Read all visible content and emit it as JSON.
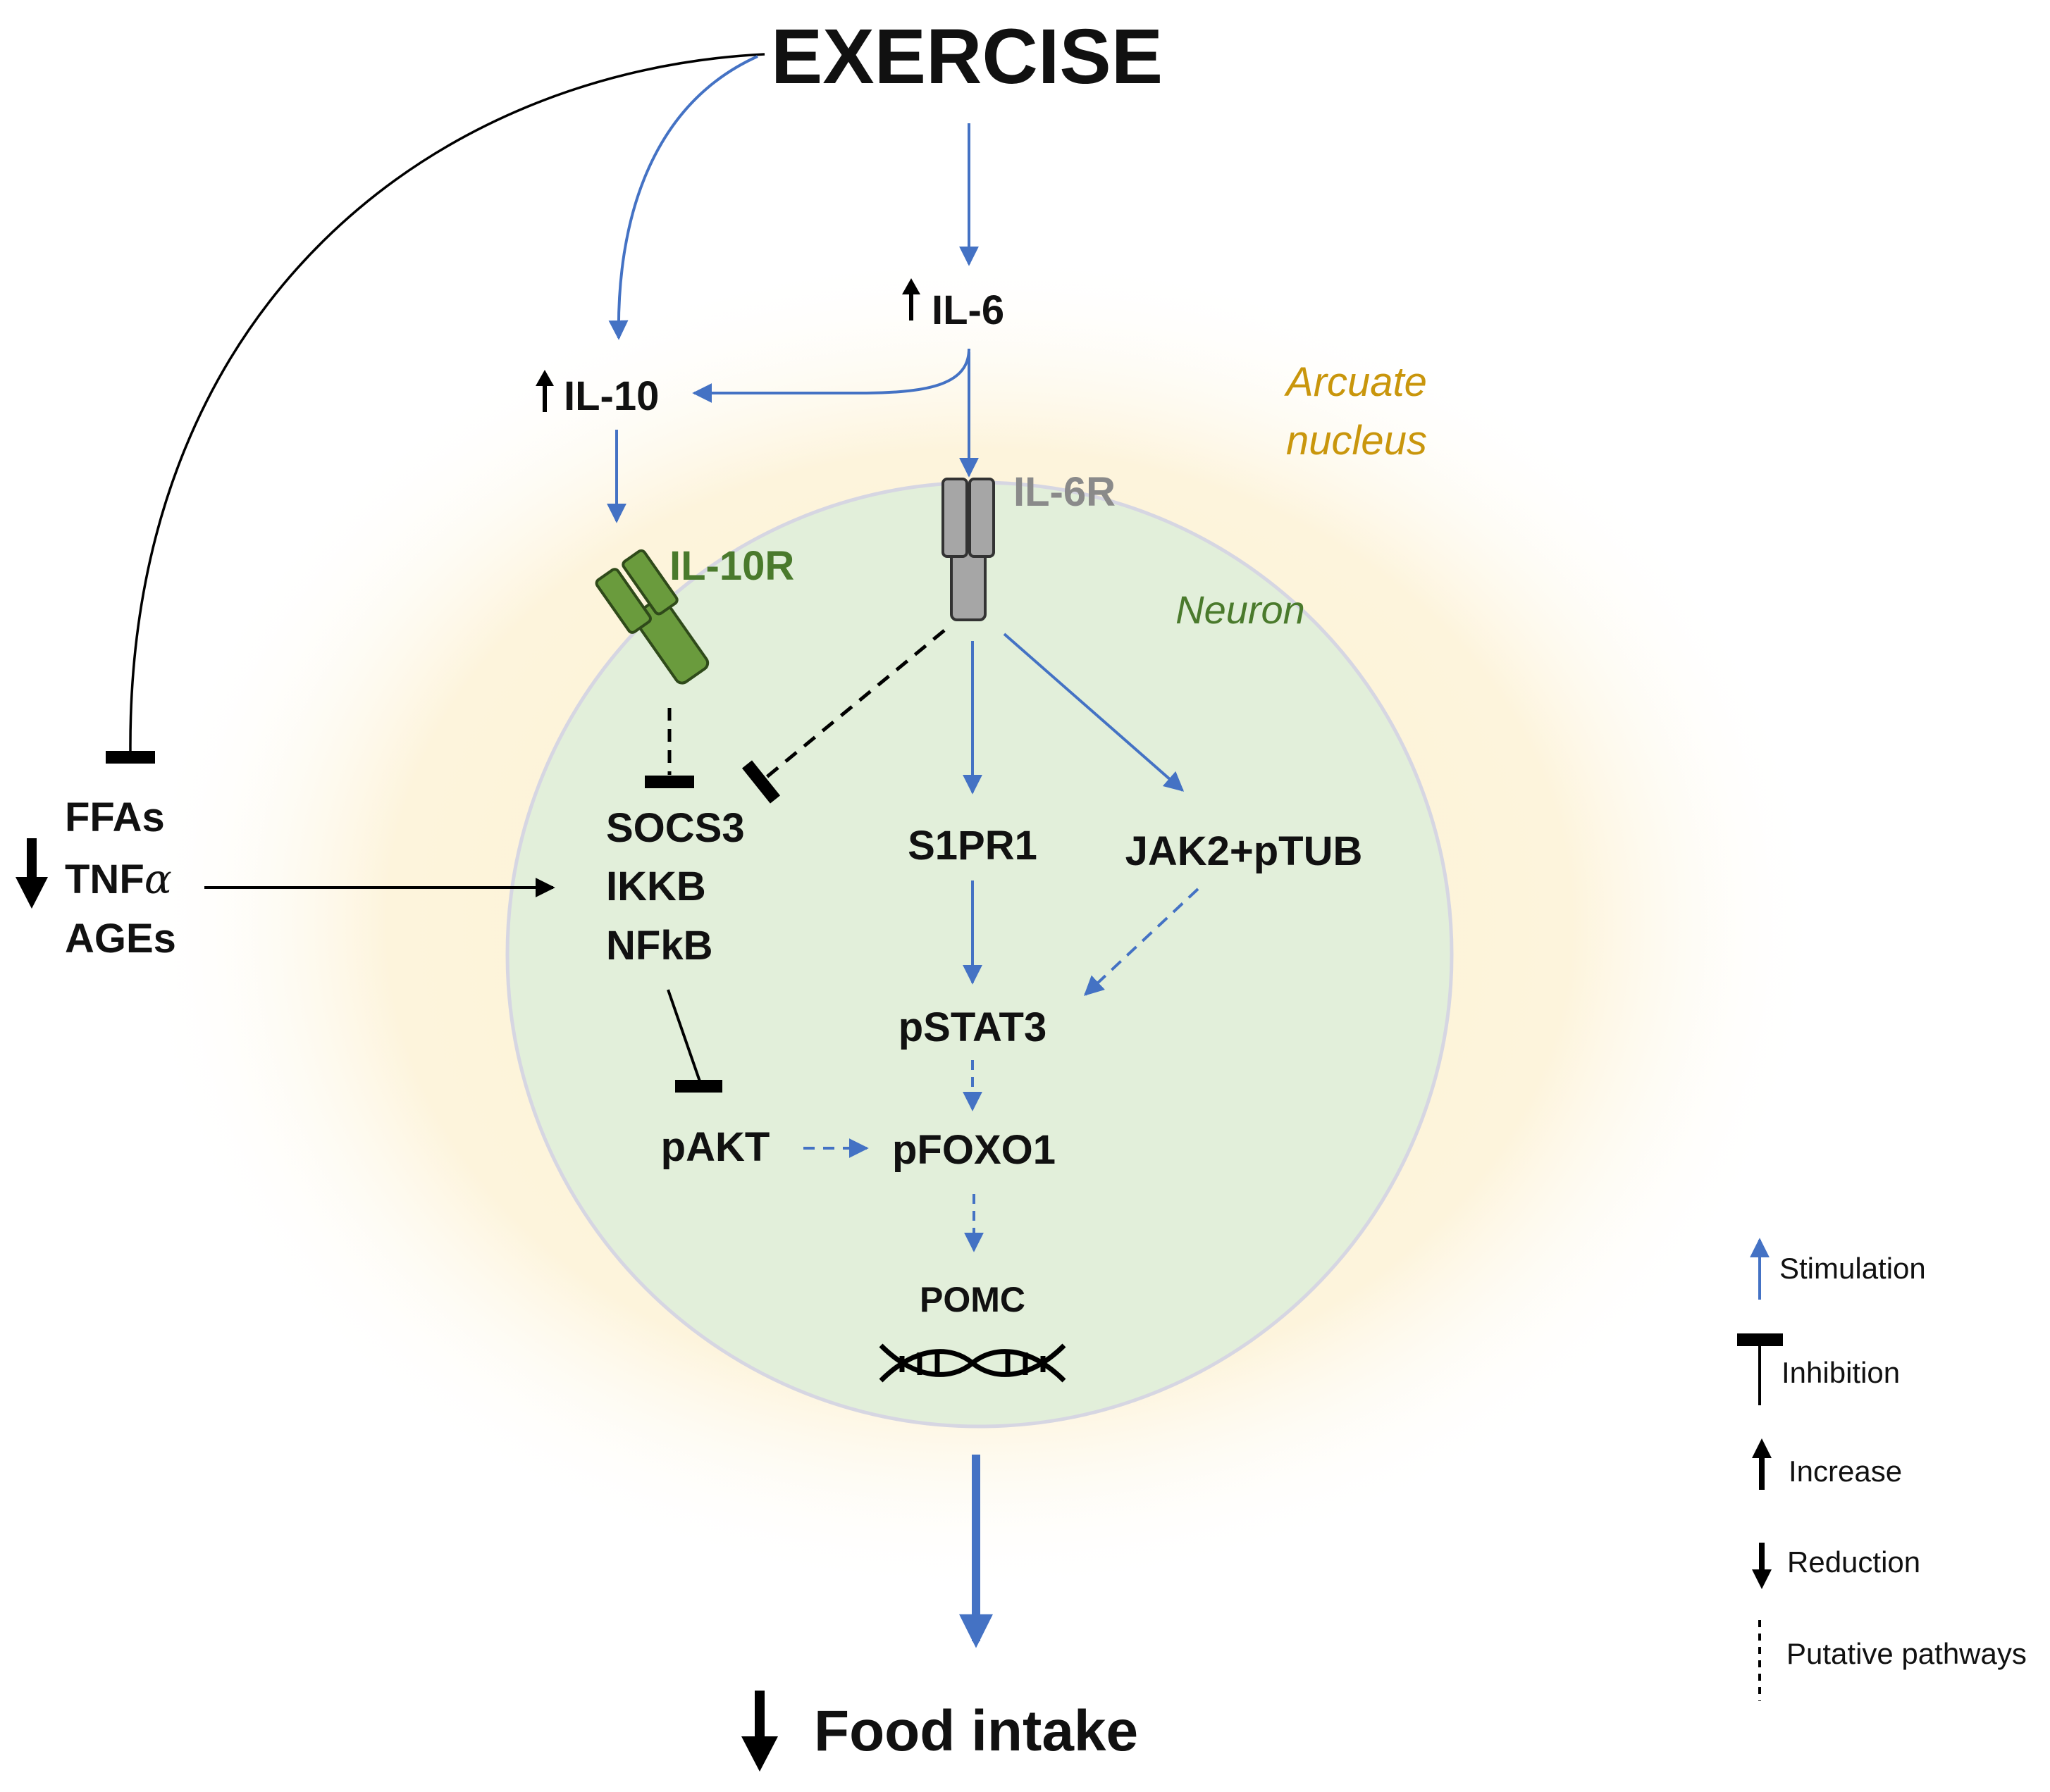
{
  "title": "EXERCISE",
  "regions": {
    "arcuate": {
      "line1": "Arcuate",
      "line2": "nucleus"
    },
    "neuron": "Neuron"
  },
  "nodes": {
    "il6": "IL-6",
    "il10": "IL-10",
    "il6r": "IL-6R",
    "il10r": "IL-10R",
    "ffas": "FFAs",
    "tnf": "TNF",
    "alpha": "α",
    "ages": "AGEs",
    "socs3": "SOCS3",
    "ikkb": "IKKB",
    "nfkb": "NFkB",
    "s1pr1": "S1PR1",
    "jak2": "JAK2+pTUB",
    "pstat3": "pSTAT3",
    "pakt": "pAKT",
    "pfoxo1": "pFOXO1",
    "pomc": "POMC",
    "food": "Food intake"
  },
  "legend": {
    "stimulation": "Stimulation",
    "inhibition": "Inhibition",
    "increase": "Increase",
    "reduction": "Reduction",
    "putative": "Putative pathways"
  },
  "colors": {
    "stimulation": "#4472c4",
    "inhibition": "#000000",
    "neuron_fill": "#e2efda",
    "arcuate_glow": "#fdf3d8",
    "arcuate_text": "#c9960c",
    "neuron_text": "#4a7a2c",
    "il10r_color": "#6a9b3d",
    "il6r_color": "#a6a6a6"
  }
}
